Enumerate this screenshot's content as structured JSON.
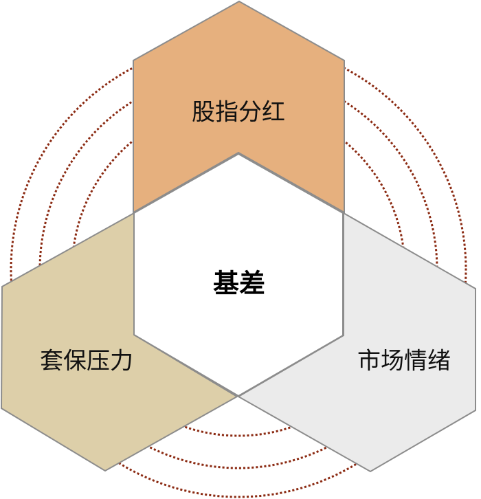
{
  "diagram": {
    "center": {
      "label": "基差",
      "fill": "#ffffff"
    },
    "segments": [
      {
        "id": "top",
        "label": "股指分红",
        "fill": "#e6b07e"
      },
      {
        "id": "left",
        "label": "套保压力",
        "fill": "#ddcfa9"
      },
      {
        "id": "right",
        "label": "市场情绪",
        "fill": "#ebebeb"
      }
    ],
    "stroke_color": "#8c8c8c",
    "ring_color": "#8b2a12",
    "ring_count": 3
  }
}
